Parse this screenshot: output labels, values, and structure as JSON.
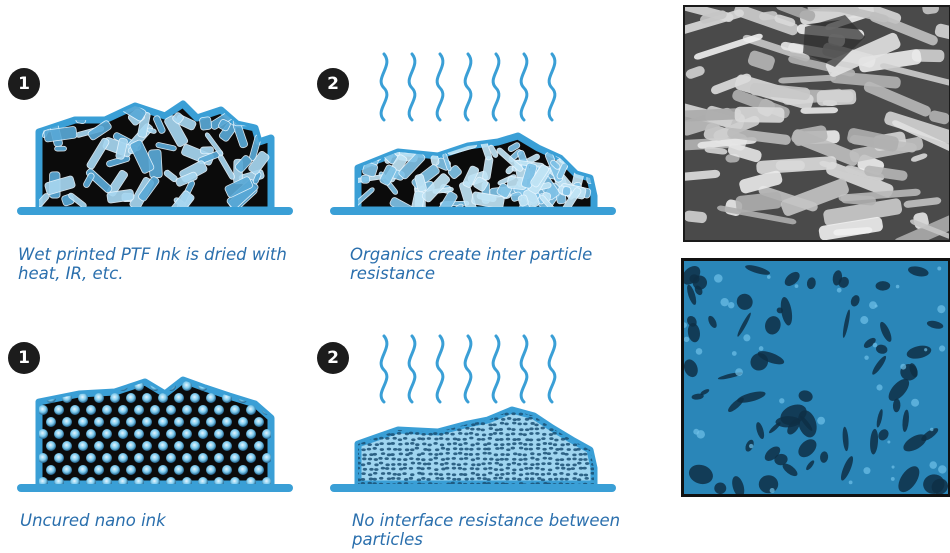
{
  "steps": [
    {
      "badge": "1",
      "caption_line1": "Wet printed PTF Ink is dried with",
      "caption_line2": "heat, IR, etc."
    },
    {
      "badge": "2",
      "caption_line1": "Organics create inter particle",
      "caption_line2": "resistance"
    },
    {
      "badge": "1",
      "caption_line1": "Uncured nano ink",
      "caption_line2": ""
    },
    {
      "badge": "2",
      "caption_line1": "No interface resistance between",
      "caption_line2": "particles"
    }
  ],
  "colors": {
    "outline": "#3a9fd6",
    "fill": "#0b0b0b",
    "caption": "#2a6fad",
    "badge": "#1c1c1c",
    "micrograph_cured": "#2a86b8"
  },
  "icons": [
    "heat-waves-icon",
    "flake-particles",
    "nano-spheres",
    "sintered-mesh"
  ]
}
